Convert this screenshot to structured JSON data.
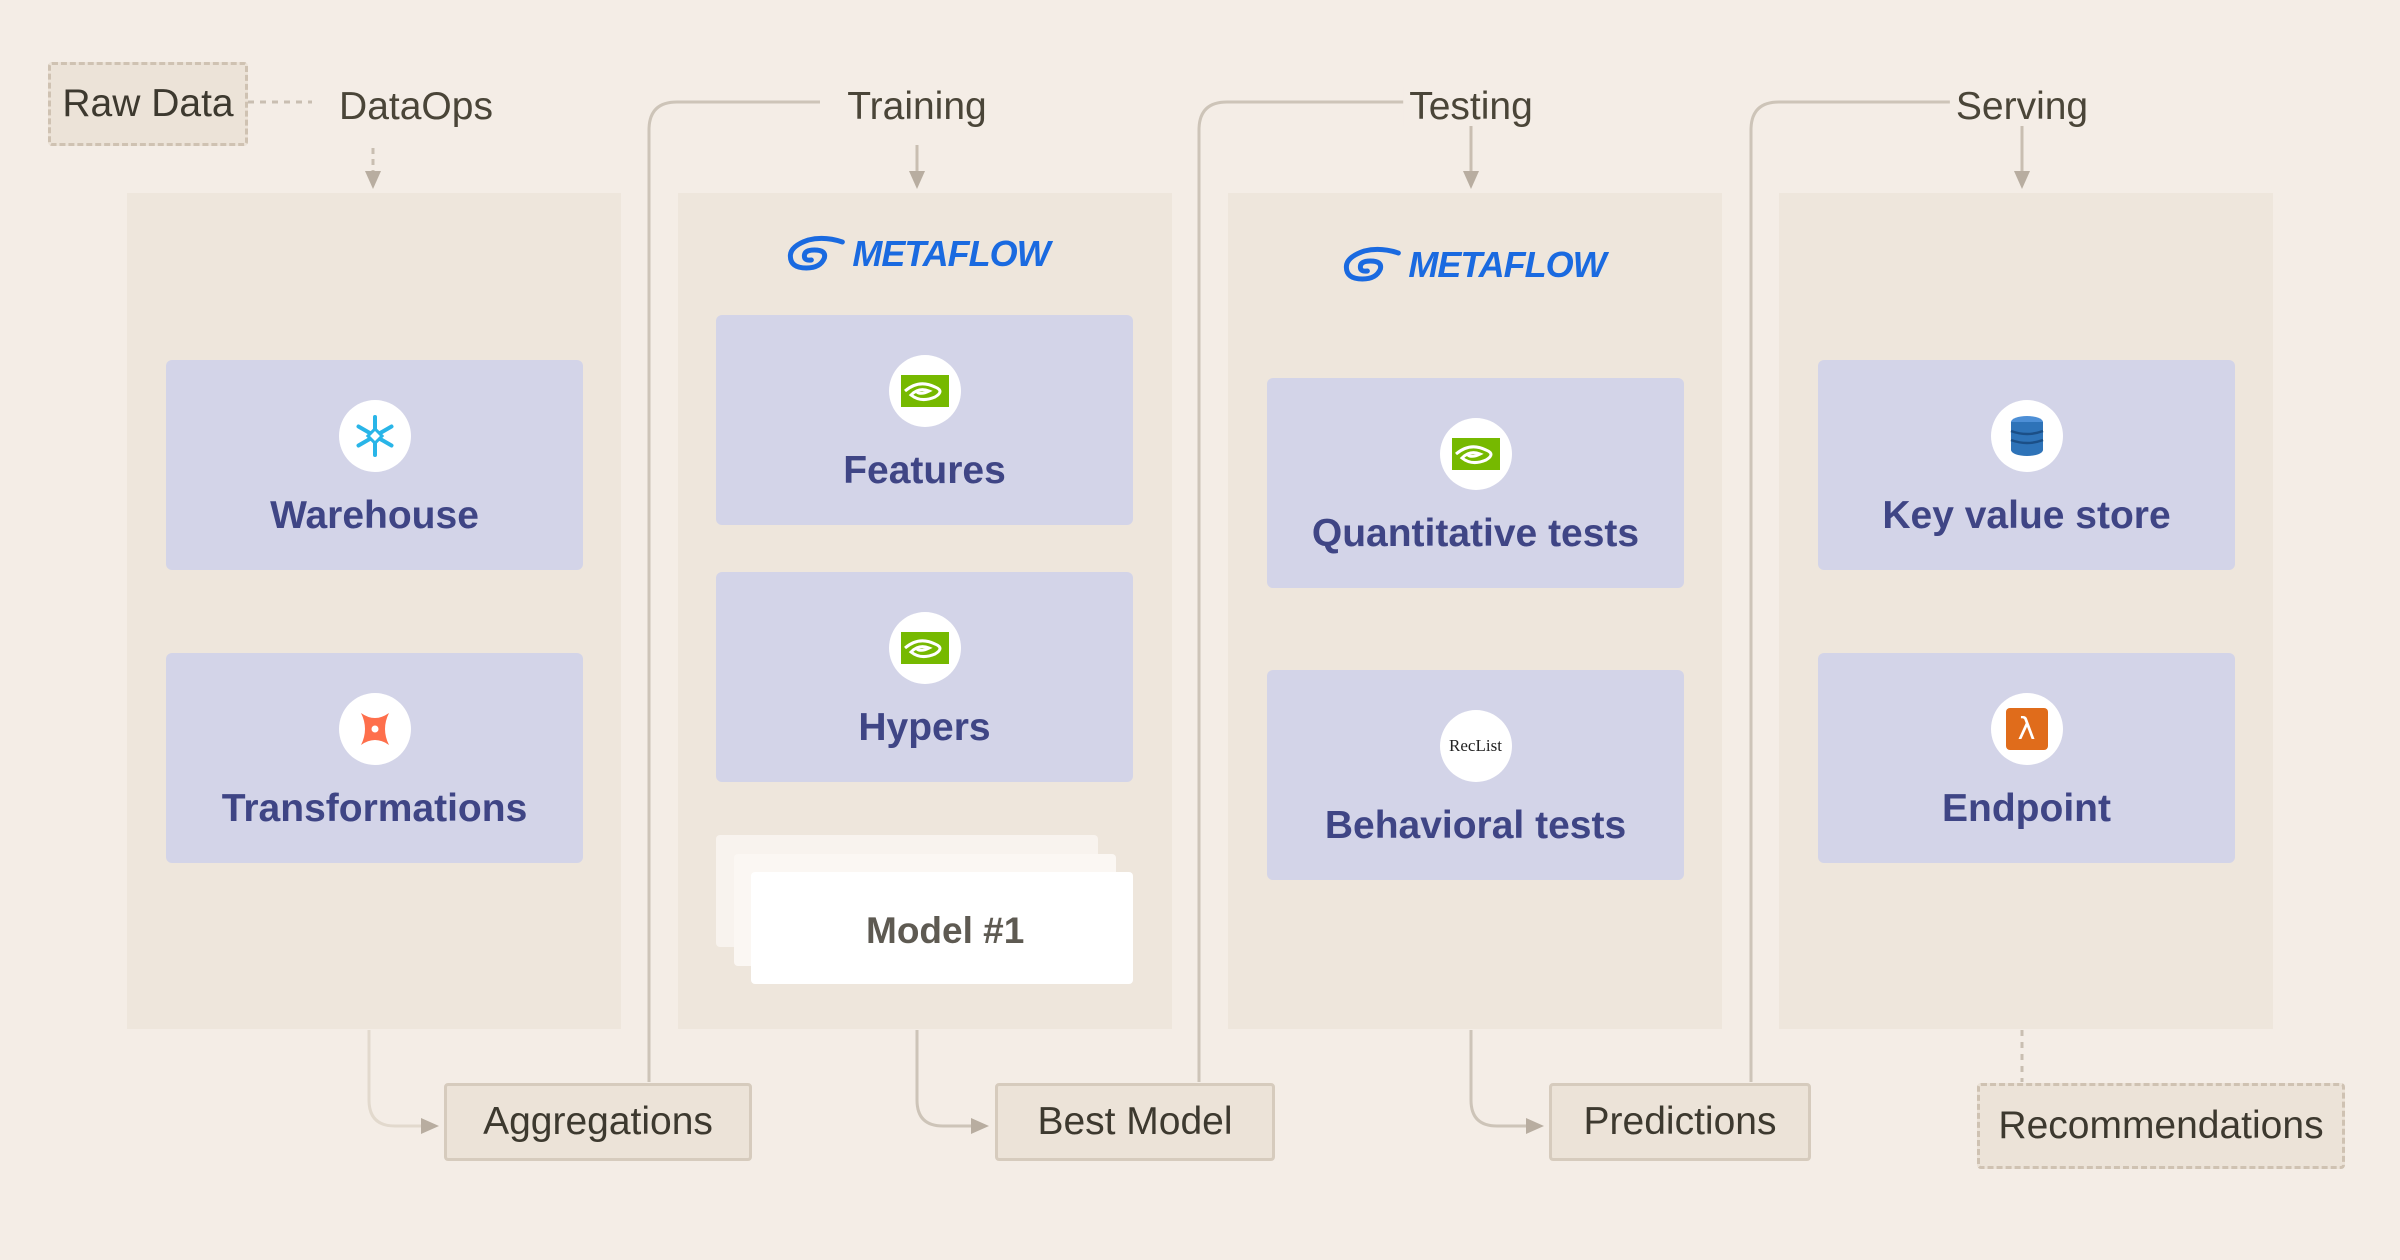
{
  "inputs": {
    "raw_data": "Raw Data"
  },
  "stages": [
    {
      "id": "dataops",
      "title": "DataOps",
      "logo": "",
      "cards": [
        {
          "label": "Warehouse",
          "icon": "snowflake-icon"
        },
        {
          "label": "Transformations",
          "icon": "dbt-icon"
        }
      ]
    },
    {
      "id": "training",
      "title": "Training",
      "logo": "METAFLOW",
      "cards": [
        {
          "label": "Features",
          "icon": "nvidia-icon"
        },
        {
          "label": "Hypers",
          "icon": "nvidia-icon"
        }
      ],
      "model": "Model #1"
    },
    {
      "id": "testing",
      "title": "Testing",
      "logo": "METAFLOW",
      "cards": [
        {
          "label": "Quantitative tests",
          "icon": "nvidia-icon"
        },
        {
          "label": "Behavioral tests",
          "icon": "reclist-icon",
          "icon_text": "RecList"
        }
      ]
    },
    {
      "id": "serving",
      "title": "Serving",
      "logo": "",
      "cards": [
        {
          "label": "Key value store",
          "icon": "dynamodb-icon"
        },
        {
          "label": "Endpoint",
          "icon": "lambda-icon",
          "icon_text": "λ"
        }
      ]
    }
  ],
  "outputs": {
    "aggregations": "Aggregations",
    "best_model": "Best Model",
    "predictions": "Predictions",
    "recommendations": "Recommendations"
  },
  "colors": {
    "background": "#f4ede6",
    "column": "#eee6dc",
    "card": "#d3d4e8",
    "card_text": "#3f4585",
    "metaflow_blue": "#1a6ae0",
    "nvidia_green": "#76b900",
    "snowflake_blue": "#29b5e8",
    "dbt_orange": "#fe6f4c",
    "lambda_orange": "#e06c1b",
    "dynamodb_blue": "#2e73b8",
    "wire": "#cdc4b8"
  }
}
